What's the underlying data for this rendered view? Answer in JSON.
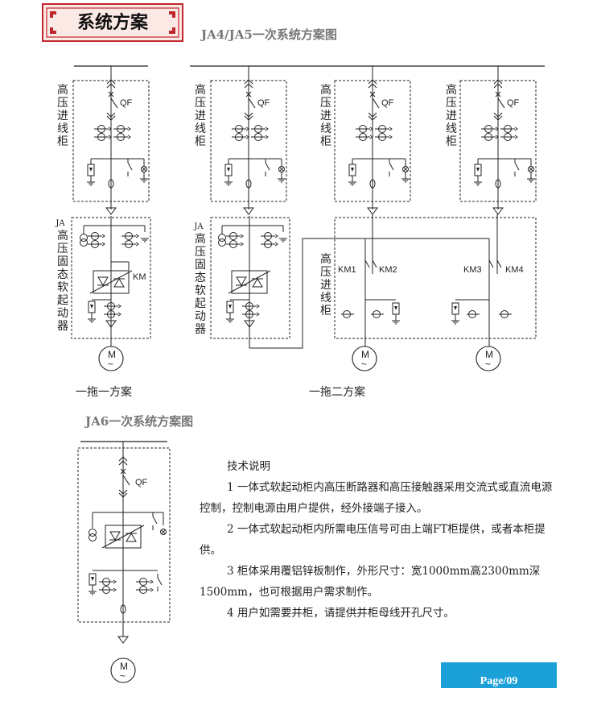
{
  "header": {
    "badge_title": "系统方案",
    "section1_title": "JA4/JA5一次系统方案图",
    "section2_title": "JA6一次系统方案图"
  },
  "diagram": {
    "cabinet_incoming": [
      "高",
      "压",
      "进",
      "线",
      "柜"
    ],
    "cabinet_softstart_ja": "JA",
    "cabinet_softstart": [
      "高",
      "压",
      "固",
      "态",
      "软",
      "起",
      "动",
      "器"
    ],
    "cabinet_incoming_box": [
      "高",
      "压",
      "进",
      "线",
      "柜"
    ],
    "label_qf": "QF",
    "label_km": "KM",
    "label_km1": "KM1",
    "label_km2": "KM2",
    "label_km3": "KM3",
    "label_km4": "KM4",
    "motor_letter": "M",
    "motor_symbol": "~",
    "caption_scheme1": "一拖一方案",
    "caption_scheme2": "一拖二方案"
  },
  "tech_notes": {
    "title": "技术说明",
    "item1": "1 一体式软起动柜内高压断路器和高压接触器采用交流式或直流电源控制，控制电源由用户提供，经外接端子接入。",
    "item2": "2 一体式软起动柜内所需电压信号可由上端FT柜提供，或者本柜提供。",
    "item3": "3 柜体采用覆铝锌板制作，外形尺寸：宽1000mm高2300mm深1500mm，也可根据用户需求制作。",
    "item4": "4 用户如需要并柜，请提供并柜母线开孔尺寸。"
  },
  "footer": {
    "page_label": "Page/09"
  },
  "colors": {
    "badge_red": "#c0272d",
    "title_gray": "#777777",
    "page_blue": "#1ba0d8"
  }
}
